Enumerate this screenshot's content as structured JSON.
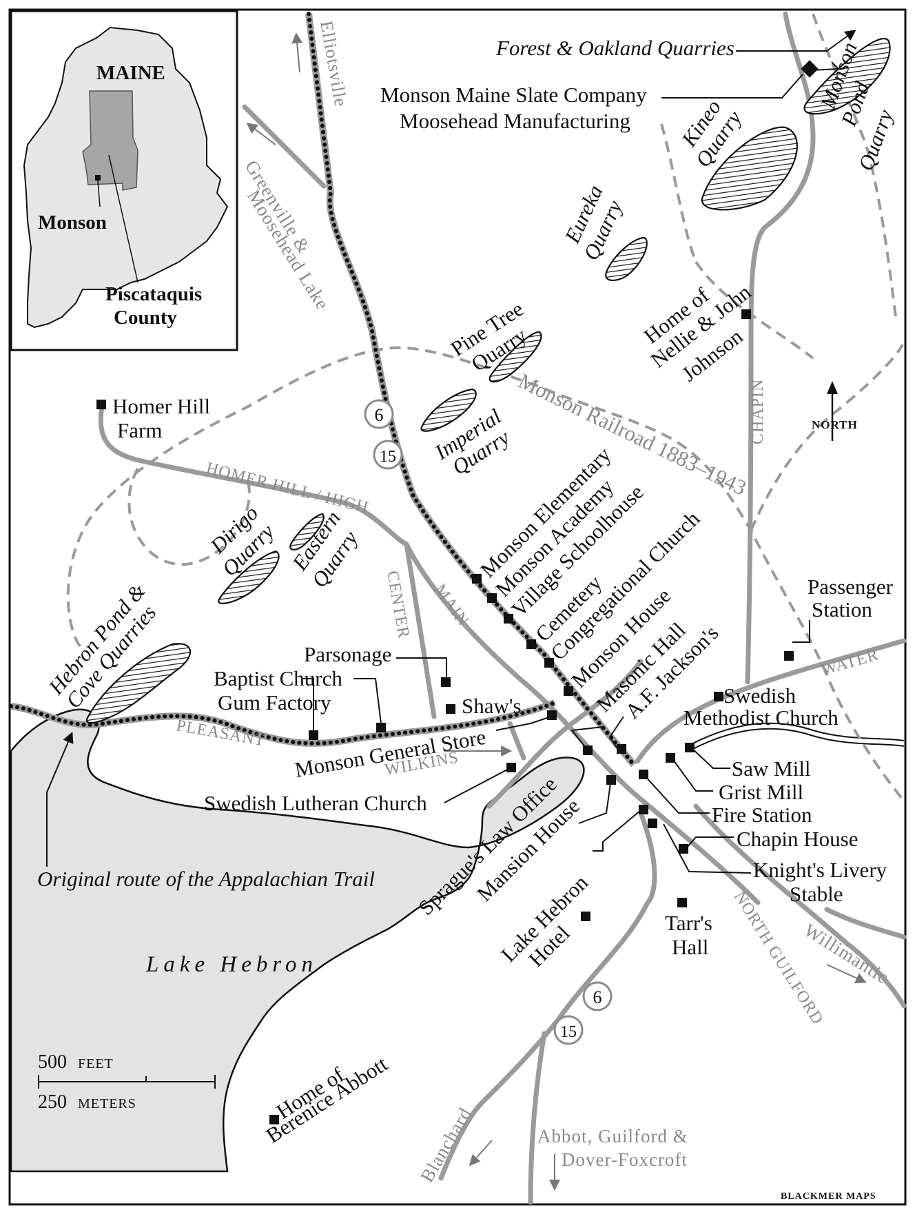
{
  "inset": {
    "state": "MAINE",
    "town": "Monson",
    "county": "Piscataquis County"
  },
  "labels": {
    "forest_oakland": "Forest & Oakland Quarries",
    "slate_company": "Monson Maine Slate Company",
    "moosehead_mfg": "Moosehead Manufacturing",
    "kineo": "Kineo Quarry",
    "monson_pond": "Monson Pond Quarry",
    "eureka": "Eureka Quarry",
    "johnson_home": "Home of Nellie & John Johnson",
    "pine_tree": "Pine Tree Quarry",
    "imperial": "Imperial Quarry",
    "homer_hill_farm": "Homer Hill Farm",
    "railroad": "Monson Railroad 1883–1943",
    "north": "NORTH",
    "monson_elementary": "Monson Elementary",
    "monson_academy": "Monson Academy",
    "village_schoolhouse": "Village Schoolhouse",
    "cemetery": "Cemetery",
    "congregational": "Congregational Church",
    "monson_house": "Monson House",
    "masonic_hall": "Masonic Hall",
    "af_jackson": "A.F. Jackson's",
    "dirigo": "Dirigo Quarry",
    "eastern": "Eastern Quarry",
    "passenger_station": "Passenger Station",
    "hebron_pond": "Hebron Pond & Cove Quarries",
    "parsonage": "Parsonage",
    "baptist": "Baptist Church",
    "gum_factory": "Gum Factory",
    "shaws": "Shaw's",
    "swedish_methodist": "Swedish Methodist Church",
    "general_store": "Monson General Store",
    "saw_mill": "Saw Mill",
    "grist_mill": "Grist Mill",
    "swedish_lutheran": "Swedish Lutheran Church",
    "fire_station": "Fire Station",
    "spragues": "Sprague's Law Office",
    "mansion_house": "Mansion House",
    "chapin_house": "Chapin House",
    "knights_livery": "Knight's Livery Stable",
    "appalachian": "Original route of the Appalachian Trail",
    "lake_hebron_hotel": "Lake Hebron Hotel",
    "tarrs_hall": "Tarr's Hall",
    "lake_hebron": "Lake Hebron",
    "berenice": "Home of Berenice Abbott",
    "credit": "BLACKMER MAPS"
  },
  "roads": {
    "elliotsville": "Elliotsville",
    "greenville": "Greenville & Moosehead Lake",
    "homer_hill": "HOMER HILL / HIGH",
    "center": "CENTER",
    "main": "MAIN",
    "chapin": "CHAPIN",
    "water": "WATER",
    "pleasant": "PLEASANT",
    "wilkins": "WILKINS",
    "north_guilford": "NORTH GUILFORD",
    "willimantic": "Willimantic",
    "blanchard": "Blanchard",
    "abbot": "Abbot, Guilford &",
    "abbot2": "Dover-Foxcroft"
  },
  "route_shields": [
    "6",
    "15",
    "6",
    "15"
  ],
  "scale": {
    "feet_value": "500",
    "feet_unit": "FEET",
    "meters_value": "250",
    "meters_unit": "METERS"
  },
  "colors": {
    "road": "#9a9a9a",
    "lake": "#e3e3e3",
    "county": "#a6a6a6",
    "state": "#e6e6e6",
    "ink": "#111111"
  }
}
